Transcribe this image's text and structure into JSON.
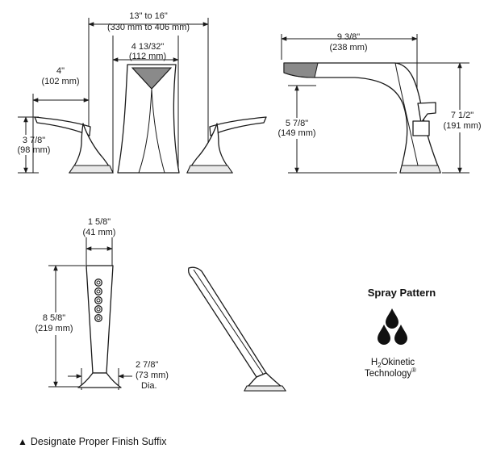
{
  "dimensions": {
    "spread_in": "13\" to 16\"",
    "spread_mm": "(330 mm to 406 mm)",
    "spout_width_in": "4 13/32\"",
    "spout_width_mm": "(112 mm)",
    "handle_reach_in": "4\"",
    "handle_reach_mm": "(102 mm)",
    "handle_height_in": "3 7/8\"",
    "handle_height_mm": "(98 mm)",
    "spout_reach_in": "9 3/8\"",
    "spout_reach_mm": "(238 mm)",
    "spout_clearance_in": "5 7/8\"",
    "spout_clearance_mm": "(149 mm)",
    "spout_height_in": "7 1/2\"",
    "spout_height_mm": "(191 mm)",
    "handspray_width_in": "1 5/8\"",
    "handspray_width_mm": "(41 mm)",
    "handspray_height_in": "8 5/8\"",
    "handspray_height_mm": "(219 mm)",
    "base_dia_in": "2 7/8\"",
    "base_dia_mm": "(73 mm)",
    "base_dia_label": "Dia."
  },
  "spray_pattern": {
    "title": "Spray Pattern",
    "tech_prefix": "H",
    "tech_sub": "2",
    "tech_rest": "Okinetic",
    "tech_line2": "Technology",
    "tech_mark": "®"
  },
  "footnote": {
    "symbol": "▲",
    "text": "Designate Proper Finish Suffix"
  }
}
